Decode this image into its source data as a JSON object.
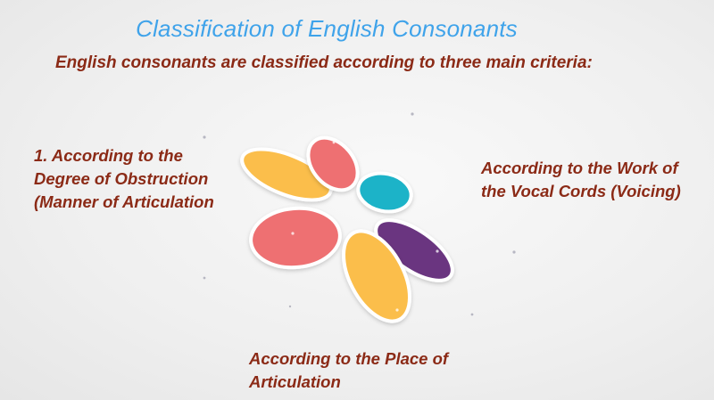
{
  "title": "Classification of English Consonants",
  "subtitle": "English consonants are classified according to three main criteria:",
  "criteria": {
    "left": {
      "line1": "1. According to the",
      "line2": "Degree of Obstruction",
      "line3": "(Manner of Articulation"
    },
    "right": {
      "line1": "According to the Work of",
      "line2": "the Vocal Cords (Voicing)"
    },
    "bottom": {
      "line1": "According to the Place of",
      "line2": "Articulation"
    }
  },
  "colors": {
    "title": "#3fa3ea",
    "text": "#8b2a16",
    "petal_yellow": "#fbbe4b",
    "petal_pink": "#ee7072",
    "petal_teal": "#1fb3c8",
    "petal_purple": "#6a3480"
  }
}
